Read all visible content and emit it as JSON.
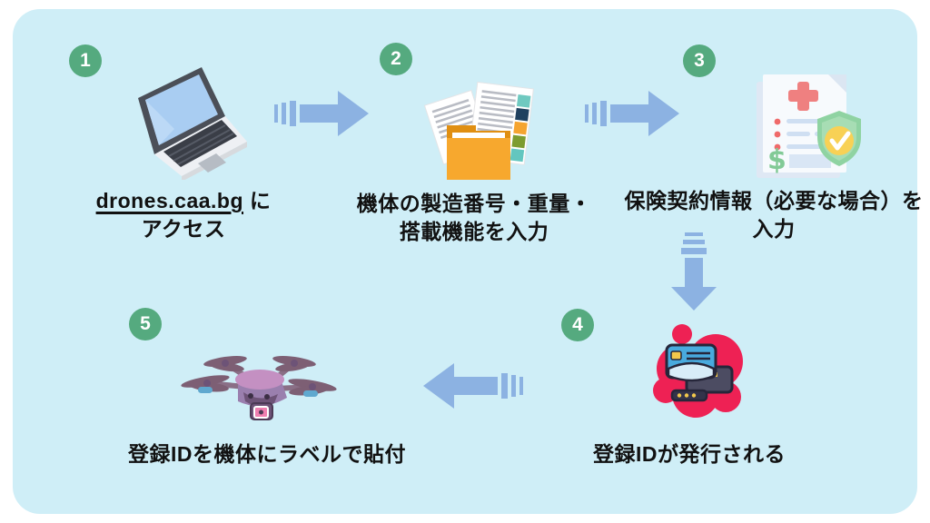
{
  "title": "drone-registration-flow-diagram",
  "colors": {
    "page_bg": "#ffffff",
    "card_bg": "#cfeef7",
    "arrow": "#8cb2e2",
    "badge_bg": "#55aa7f",
    "badge_text": "#ffffff",
    "caption_text": "#111111",
    "folder_orange": "#f5a32b",
    "blob_red": "#ee2154",
    "shield_green": "#8fd3a2",
    "check_yellow": "#f8d155"
  },
  "steps": [
    {
      "number": "1",
      "icon": "laptop-icon",
      "line1_link": "drones.caa.bg",
      "line1_rest": " に",
      "line2": "アクセス"
    },
    {
      "number": "2",
      "icon": "documents-folder-icon",
      "line1": "機体の製造番号・重量・",
      "line2": "搭載機能を入力"
    },
    {
      "number": "3",
      "icon": "insurance-document-shield-icon",
      "line1": "保険契約情報（必要な場合）を",
      "line2": "入力"
    },
    {
      "number": "4",
      "icon": "registration-id-card-icon",
      "line1": "登録IDが発行される"
    },
    {
      "number": "5",
      "icon": "drone-icon",
      "line1": "登録IDを機体にラベルで貼付"
    }
  ],
  "arrows": [
    {
      "from": "1",
      "to": "2",
      "direction": "right"
    },
    {
      "from": "2",
      "to": "3",
      "direction": "right"
    },
    {
      "from": "3",
      "to": "4",
      "direction": "down"
    },
    {
      "from": "4",
      "to": "5",
      "direction": "left"
    }
  ]
}
